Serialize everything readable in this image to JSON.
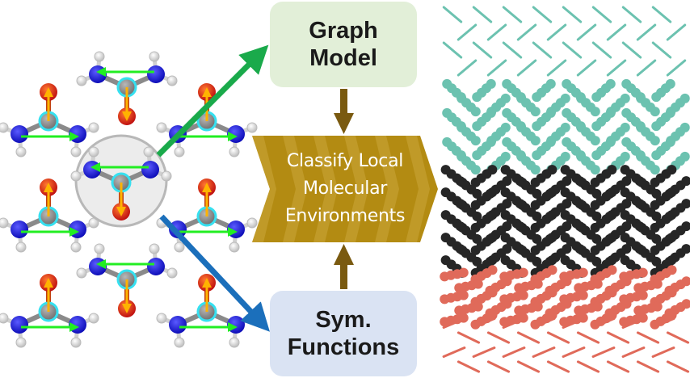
{
  "diagram": {
    "center_process": {
      "lines": [
        "Classify Local",
        "Molecular",
        "Environments"
      ],
      "fill_color": "#b38b12",
      "text_color": "#ffffff"
    },
    "top_method": {
      "lines": [
        "Graph",
        "Model"
      ],
      "fill_color": "#e2efd8",
      "arrow_color": "#1aaa4b"
    },
    "bottom_method": {
      "lines": [
        "Sym.",
        "Functions"
      ],
      "fill_color": "#dae3f3",
      "arrow_color": "#1b6fbb"
    },
    "connector_arrow_color": "#7a5a10",
    "left_panel": {
      "description": "Molecular crystal lattice with highlighted local environment",
      "atom_colors": {
        "nitrogen": "#1616d8",
        "carbon": "#8a8a8a",
        "oxygen": "#d81e1e",
        "hydrogen": "#f0f0f0",
        "highlight_ring": "#36e0f0"
      },
      "vector_colors": {
        "nn_vector": "#22ee22",
        "co_vector": "#ffb300"
      }
    },
    "right_panel": {
      "description": "Simulation snapshot colored by classified phase",
      "phase_colors": [
        "#6cc2b0",
        "#262626",
        "#e06a5a"
      ]
    }
  }
}
